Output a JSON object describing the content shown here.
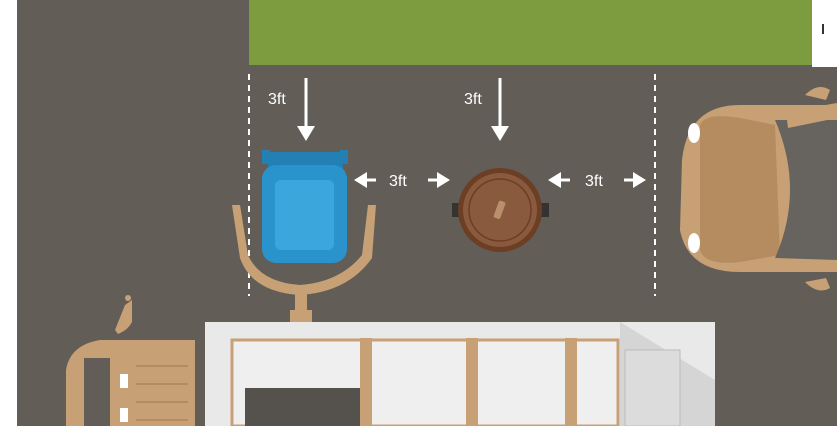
{
  "labels": {
    "left_down": "3ft",
    "center_down": "3ft",
    "between_cart_and_bin": "3ft",
    "between_bin_and_car": "3ft"
  },
  "colors": {
    "road": "#625e57",
    "grass": "#7d9c40",
    "cart": "#2a93cc",
    "bin_lid": "#8a5a3e",
    "vehicle_tan": "#c8a075",
    "truck_box": "#e9e9e9",
    "marker_white": "#ffffff"
  },
  "icons": [
    "recycling-cart-icon",
    "compost-bin-icon",
    "garbage-truck-icon",
    "car-icon",
    "small-truck-icon"
  ]
}
